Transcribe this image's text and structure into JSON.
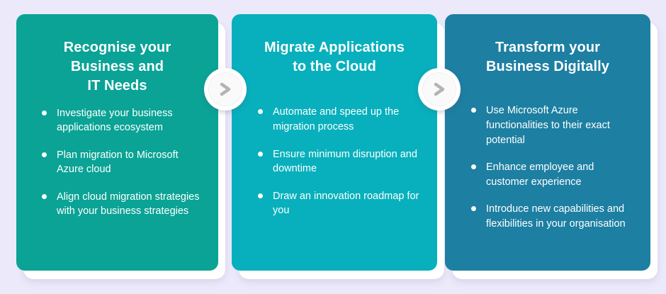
{
  "background_color": "#ece9fb",
  "connectors": [
    {
      "name": "chevron-right-icon",
      "color": "#b4b4b4"
    },
    {
      "name": "chevron-right-icon",
      "color": "#b4b4b4"
    }
  ],
  "cards": [
    {
      "id": "card-1",
      "color": "#0aa396",
      "title": "Recognise your\nBusiness and\nIT Needs",
      "title_lines": [
        "Recognise your",
        "Business and",
        "IT Needs"
      ],
      "bullets": [
        "Investigate your business applications ecosystem",
        "Plan migration to Microsoft Azure cloud",
        "Align cloud migration strategies with your business strategies"
      ]
    },
    {
      "id": "card-2",
      "color": "#07b0bc",
      "title": "Migrate Applications\nto the Cloud",
      "title_lines": [
        "Migrate Applications",
        "to the Cloud"
      ],
      "bullets": [
        "Automate and speed up the migration process",
        "Ensure minimum disruption and downtime",
        "Draw an innovation roadmap for you"
      ]
    },
    {
      "id": "card-3",
      "color": "#1d7fa2",
      "title": "Transform your\nBusiness Digitally",
      "title_lines": [
        "Transform your",
        "Business Digitally"
      ],
      "bullets": [
        "Use Microsoft Azure functionalities to their exact potential",
        "Enhance employee and customer experience",
        "Introduce new capabilities and flexibilities in your organisation"
      ]
    }
  ]
}
